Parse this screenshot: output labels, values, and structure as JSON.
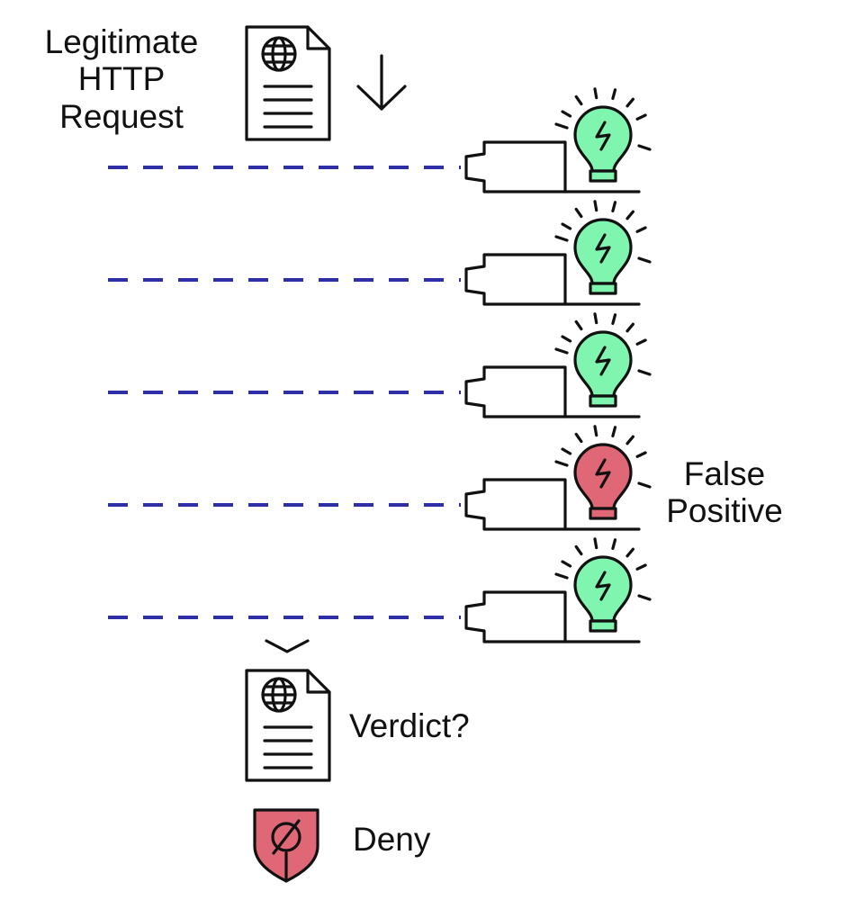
{
  "request_label": [
    "Legitimate",
    "HTTP",
    "Request"
  ],
  "false_positive_label": [
    "False",
    "Positive"
  ],
  "verdict_label": "Verdict?",
  "deny_label": "Deny",
  "rules": [
    {
      "status": "pass"
    },
    {
      "status": "pass"
    },
    {
      "status": "pass"
    },
    {
      "status": "false-positive"
    },
    {
      "status": "pass"
    }
  ],
  "colors": {
    "dash": "#2e2ea6",
    "pass": "#7ff5b0",
    "false_positive": "#e06876",
    "stroke": "#111111",
    "flow_line": "#b0b0b0"
  },
  "icons": [
    "globe-document-icon",
    "down-arrow-icon",
    "camera-sensor-icon",
    "light-bulb-icon",
    "lightning-icon",
    "shield-deny-icon"
  ]
}
